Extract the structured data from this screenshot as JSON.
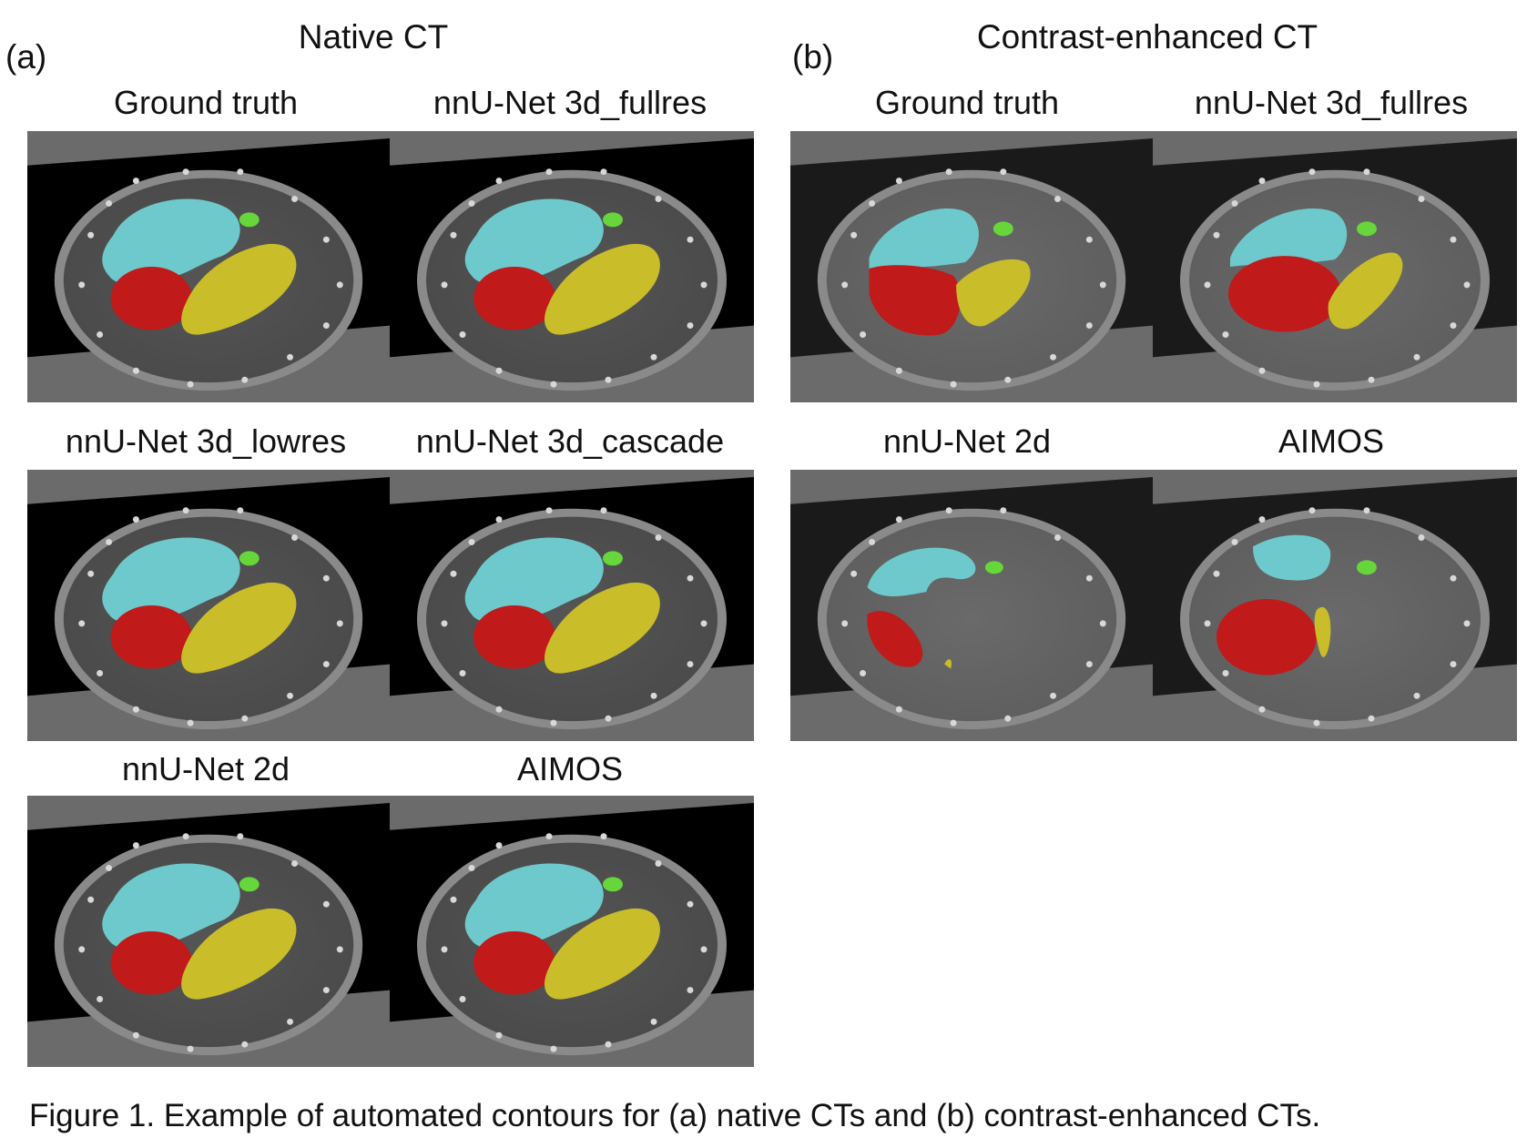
{
  "figure": {
    "panel_a": {
      "label": "(a)",
      "title": "Native CT",
      "tiles": [
        {
          "title": "Ground truth"
        },
        {
          "title": "nnU-Net 3d_fullres"
        },
        {
          "title": "nnU-Net 3d_lowres"
        },
        {
          "title": "nnU-Net 3d_cascade"
        },
        {
          "title": "nnU-Net 2d"
        },
        {
          "title": "AIMOS"
        }
      ]
    },
    "panel_b": {
      "label": "(b)",
      "title": "Contrast-enhanced CT",
      "tiles": [
        {
          "title": "Ground truth"
        },
        {
          "title": "nnU-Net 3d_fullres"
        },
        {
          "title": "nnU-Net 2d"
        },
        {
          "title": "AIMOS"
        }
      ]
    },
    "caption": "Figure 1. Example of automated contours for (a) native CTs and (b) contrast-enhanced CTs."
  },
  "colors": {
    "liver": "#6ec9cc",
    "heart": "#c01a1a",
    "stomach": "#c9bd2a",
    "spinal": "#66d63a"
  }
}
